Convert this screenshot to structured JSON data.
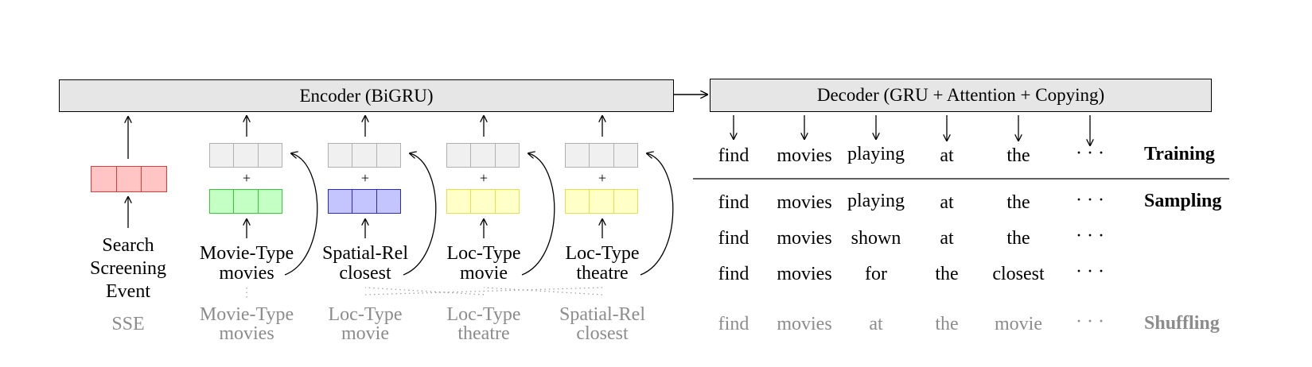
{
  "encoder_label": "Encoder (BiGRU)",
  "decoder_label": "Decoder (GRU + Attention + Copying)",
  "colors": {
    "sse_fill": "#ffc4c4",
    "sse_border": "#e03a3a",
    "movie_fill": "#c4ffc4",
    "movie_border": "#33cc33",
    "spatial_fill": "#c4c4ff",
    "spatial_border": "#2b2bcc",
    "loc_fill": "#ffffc8",
    "loc_border": "#e6e04a",
    "gray_fill": "#f0f0f0",
    "gray_border": "#b0b0b0",
    "muted_text": "#8c8c8c"
  },
  "inputs": [
    {
      "line1": "Search",
      "line2": "Screening",
      "line3": "Event"
    },
    {
      "line1": "Movie-Type",
      "line2": "movies"
    },
    {
      "line1": "Spatial-Rel",
      "line2": "closest"
    },
    {
      "line1": "Loc-Type",
      "line2": "movie"
    },
    {
      "line1": "Loc-Type",
      "line2": "theatre"
    }
  ],
  "shuffled_inputs": [
    {
      "line1": "SSE"
    },
    {
      "line1": "Movie-Type",
      "line2": "movies"
    },
    {
      "line1": "Loc-Type",
      "line2": "movie"
    },
    {
      "line1": "Loc-Type",
      "line2": "theatre"
    },
    {
      "line1": "Spatial-Rel",
      "line2": "closest"
    }
  ],
  "plus_sign": "+",
  "training": {
    "label": "Training",
    "tokens": [
      "find",
      "movies",
      "playing",
      "at",
      "the",
      "· · ·"
    ]
  },
  "sampling": {
    "label": "Sampling",
    "rows": [
      [
        "find",
        "movies",
        "playing",
        "at",
        "the",
        "· · ·"
      ],
      [
        "find",
        "movies",
        "shown",
        "at",
        "the",
        "· · ·"
      ],
      [
        "find",
        "movies",
        "for",
        "the",
        "closest",
        "· · ·"
      ]
    ]
  },
  "shuffling": {
    "label": "Shuffling",
    "tokens": [
      "find",
      "movies",
      "at",
      "the",
      "movie",
      "· · ·"
    ]
  }
}
